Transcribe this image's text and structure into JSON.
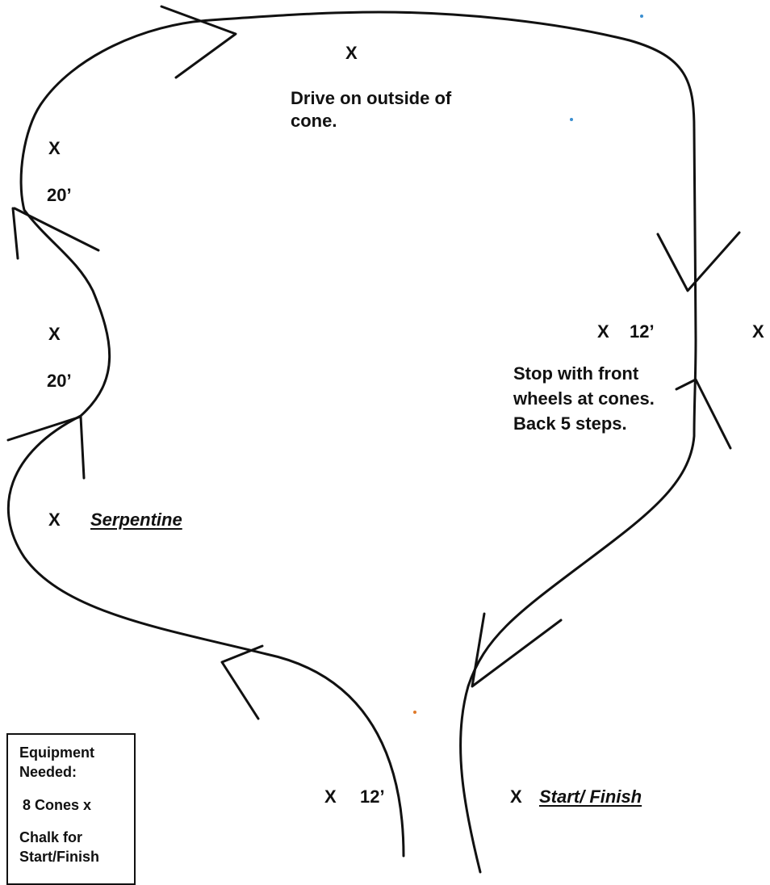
{
  "diagram": {
    "cone_marker": "X",
    "top_label": "Drive on outside of cone.",
    "serpentine_dist_1": "20’",
    "serpentine_dist_2": "20’",
    "serpentine_title": "Serpentine",
    "right_dist": "12’",
    "stop_instruction": "Stop with front wheels at cones. Back 5 steps.",
    "bottom_dist": "12’",
    "start_finish": "Start/ Finish"
  },
  "equipment": {
    "heading_line1": "Equipment",
    "heading_line2": "Needed:",
    "cones": "8 Cones x",
    "chalk_line1": "Chalk for",
    "chalk_line2": "Start/Finish"
  },
  "colors": {
    "ink": "#111111",
    "background": "#ffffff",
    "stray_dot_blue": "#3a8fd0",
    "stray_dot_orange": "#e07a2a"
  }
}
